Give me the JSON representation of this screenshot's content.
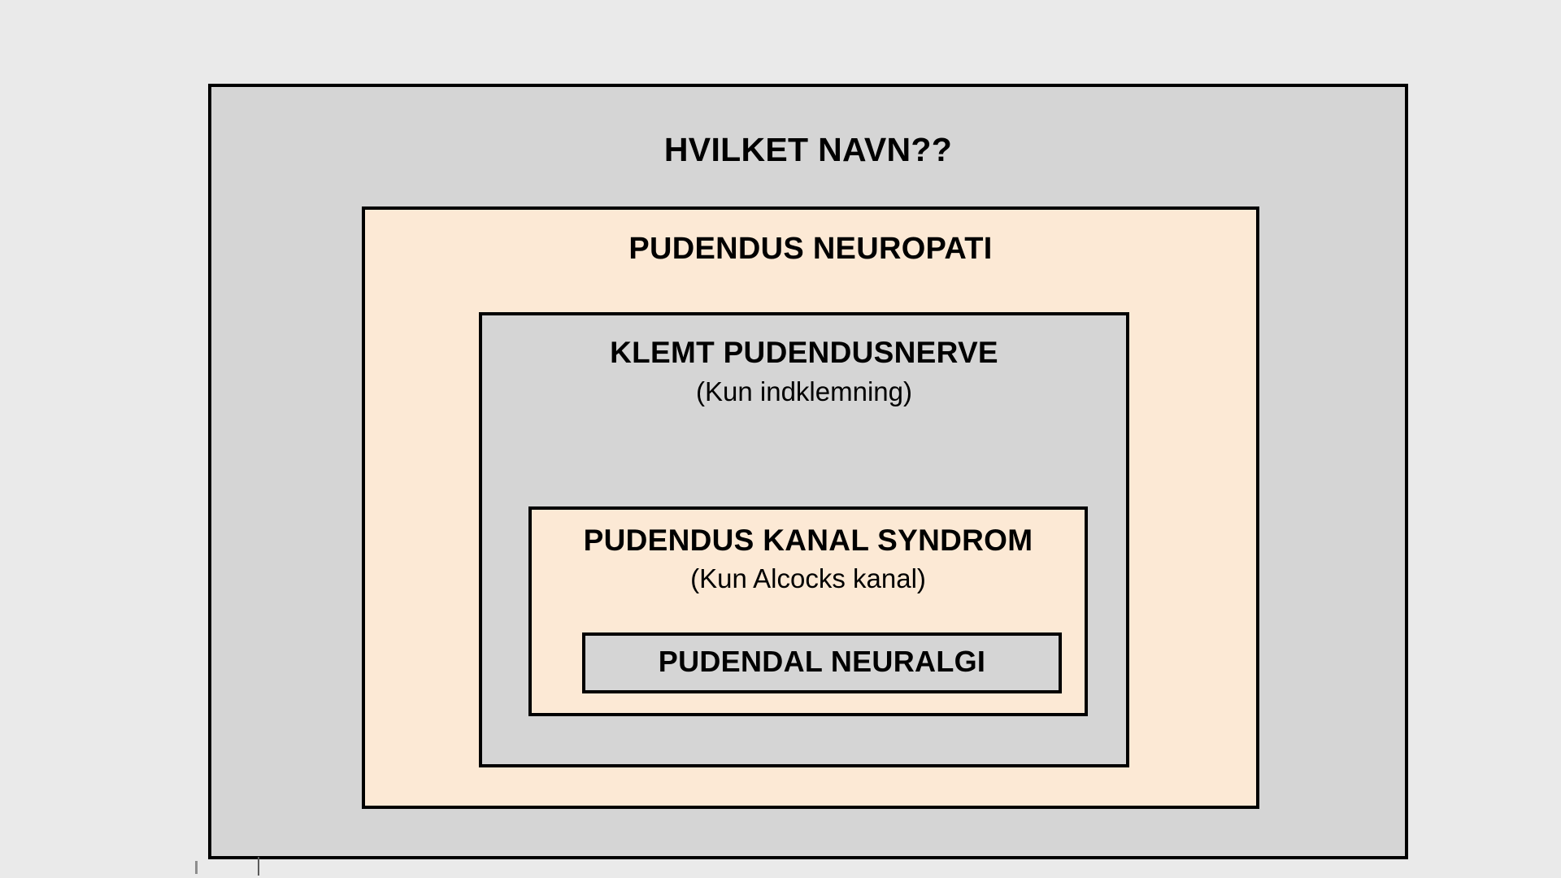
{
  "diagram": {
    "type": "nested-set-diagram",
    "description": "Concentric nested boxes showing hierarchy of pudendal nerve diagnosis terminology",
    "background_color": "#eaeaea",
    "border_color": "#000000",
    "levels": [
      {
        "level": 1,
        "title": "HVILKET NAVN??",
        "subtitle": null,
        "fill_color": "#d5d5d5"
      },
      {
        "level": 2,
        "title": "PUDENDUS NEUROPATI",
        "subtitle": null,
        "fill_color": "#fce9d5"
      },
      {
        "level": 3,
        "title": "KLEMT PUDENDUSNERVE",
        "subtitle": "(Kun indklemning)",
        "fill_color": "#d5d5d5"
      },
      {
        "level": 4,
        "title": "PUDENDUS KANAL SYNDROM",
        "subtitle": "(Kun Alcocks kanal)",
        "fill_color": "#fce9d5"
      },
      {
        "level": 5,
        "title": "PUDENDAL NEURALGI",
        "subtitle": null,
        "fill_color": "#d5d5d5"
      }
    ]
  }
}
